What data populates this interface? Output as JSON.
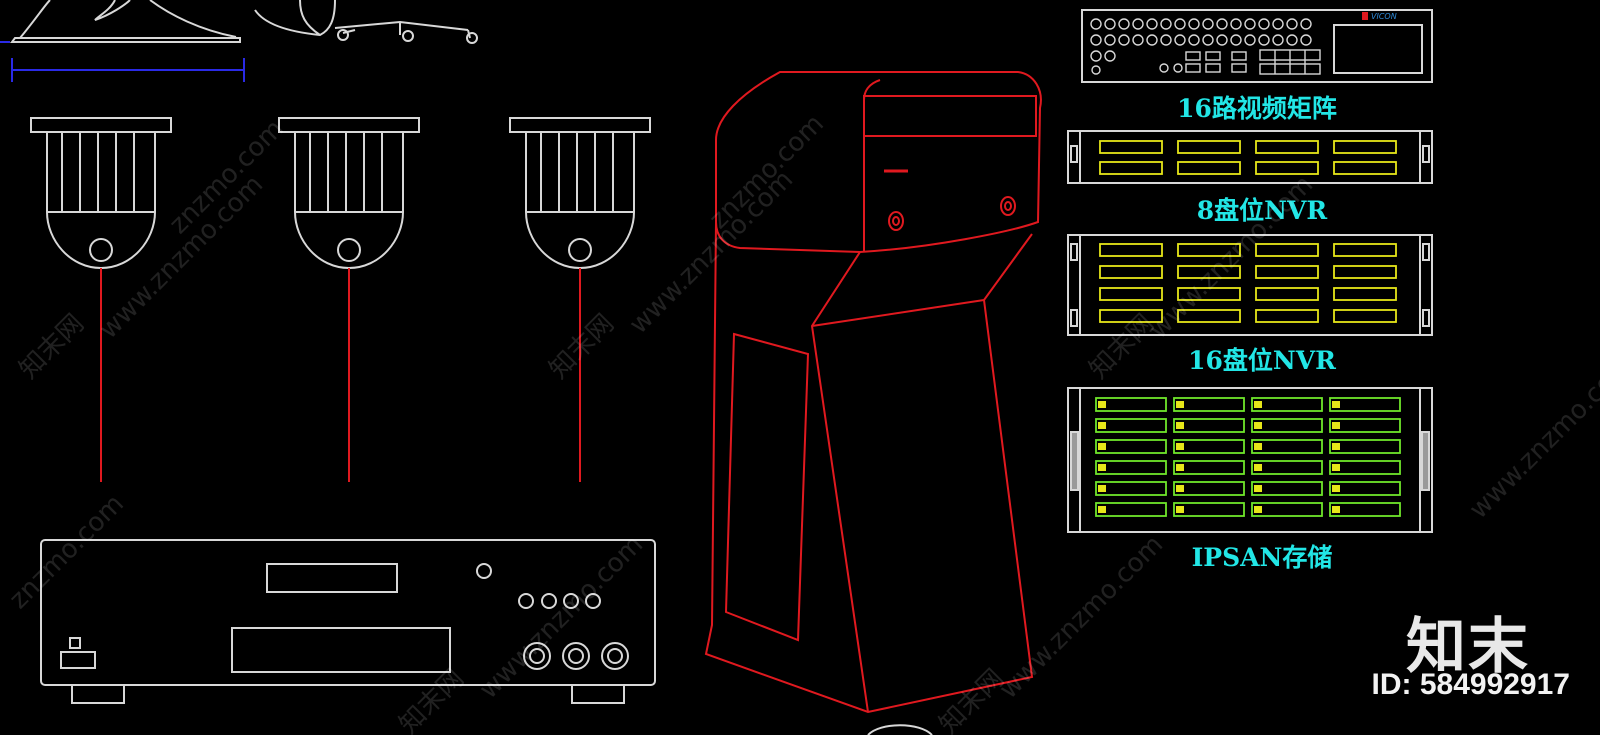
{
  "devices": {
    "matrix_label": "16路视频矩阵",
    "matrix_brand": "VICON",
    "nvr8_label": "8盘位NVR",
    "nvr16_label": "16盘位NVR",
    "ipsan_label": "IPSAN存储"
  },
  "watermark": {
    "text_site": "znzmo.com",
    "text_cn": "知末网",
    "text_www": "www.znzmo.com"
  },
  "logo": {
    "mark": "知末",
    "id": "ID: 584992917"
  },
  "colors": {
    "background": "#000000",
    "line_white": "#d8d8d8",
    "line_red": "#e0191f",
    "label_cyan": "#22e6e6",
    "drive_yellow": "#e6e619",
    "drive_green": "#6fe62a",
    "dimension_blue": "#2a2ae6"
  }
}
